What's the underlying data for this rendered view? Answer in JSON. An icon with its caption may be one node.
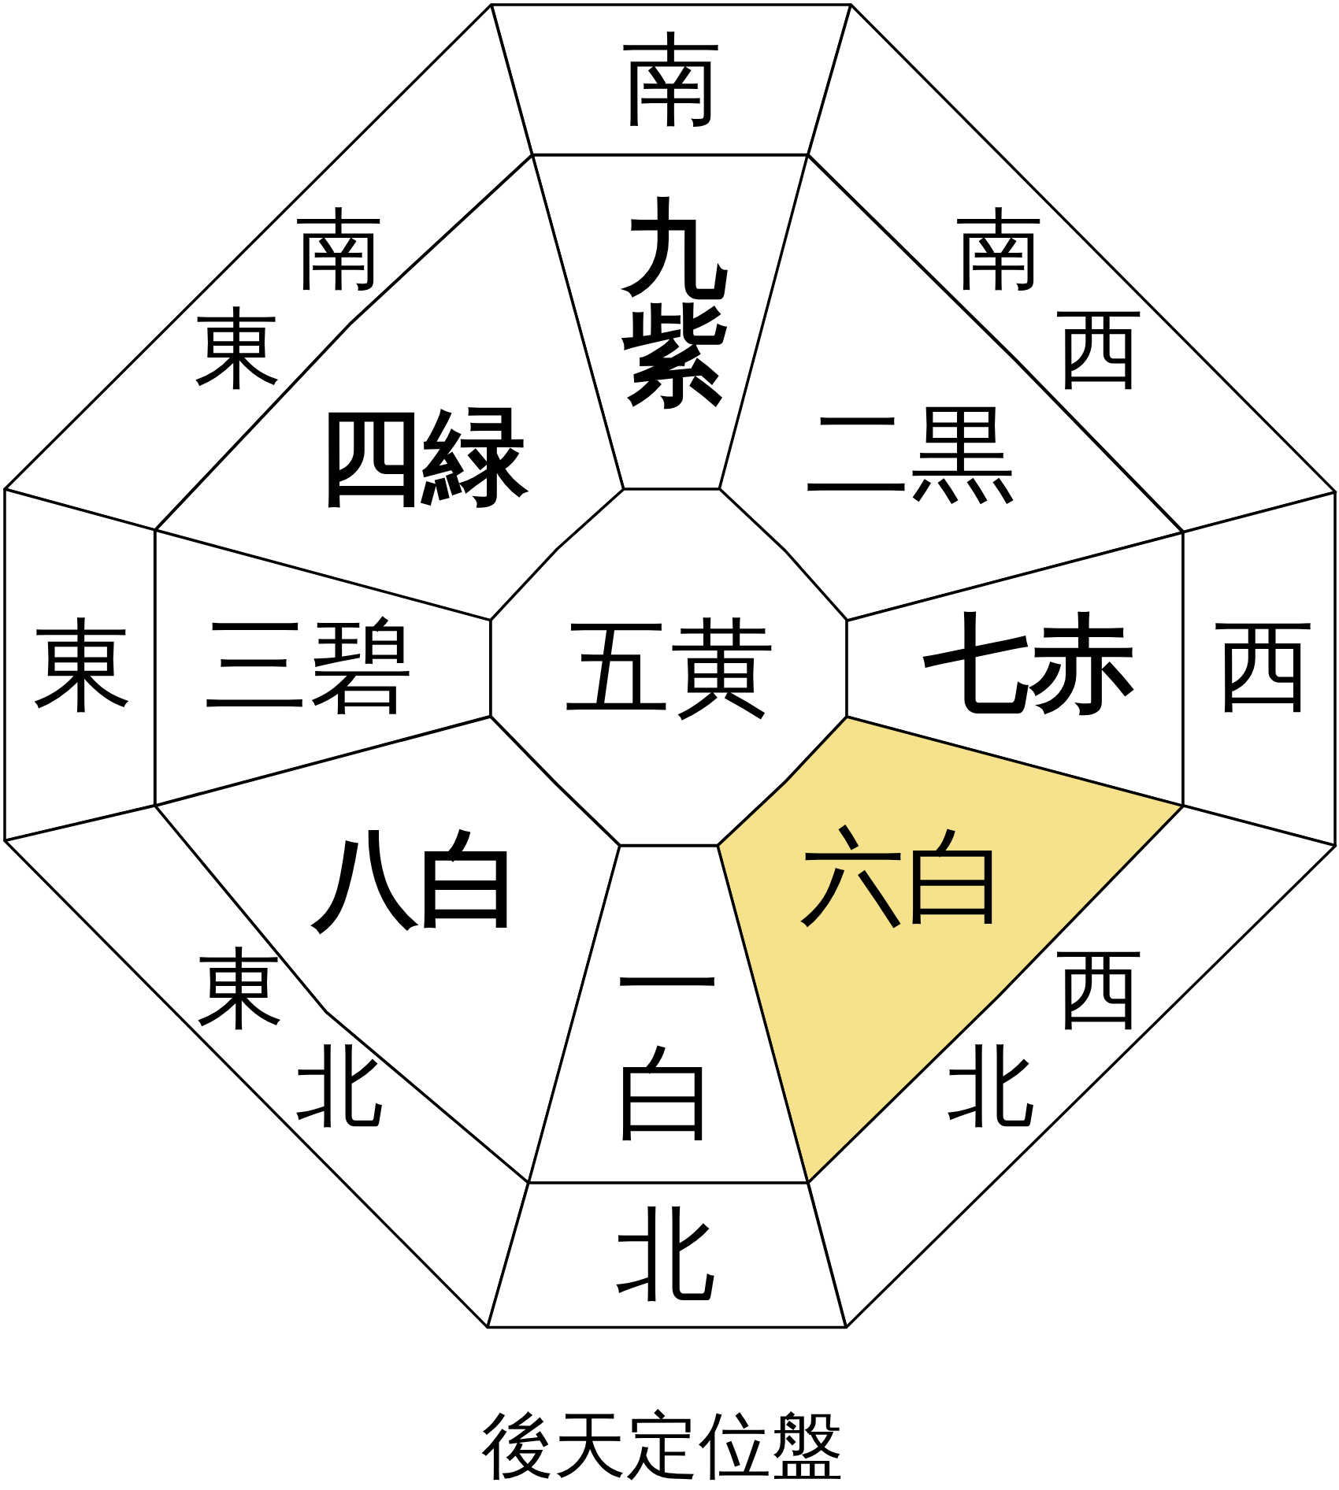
{
  "diagram": {
    "caption": "後天定位盤",
    "nodes": [
      {
        "text": [
          "南"
        ]
      },
      {
        "text": [
          "南",
          "東"
        ]
      },
      {
        "text": [
          "南",
          "西"
        ]
      },
      {
        "text": [
          "九紫"
        ]
      },
      {
        "text": [
          "四緑"
        ]
      },
      {
        "text": [
          "二黒"
        ]
      },
      {
        "text": [
          "東"
        ]
      },
      {
        "text": [
          "三碧"
        ]
      },
      {
        "text": [
          "五黄"
        ]
      },
      {
        "text": [
          "七赤"
        ]
      },
      {
        "text": [
          "西"
        ]
      },
      {
        "text": [
          "八白"
        ]
      },
      {
        "text": [
          "六白"
        ]
      },
      {
        "text": [
          "一白"
        ]
      },
      {
        "text": [
          "東",
          "北"
        ]
      },
      {
        "text": [
          "西",
          "北"
        ]
      },
      {
        "text": [
          "北"
        ]
      }
    ]
  }
}
